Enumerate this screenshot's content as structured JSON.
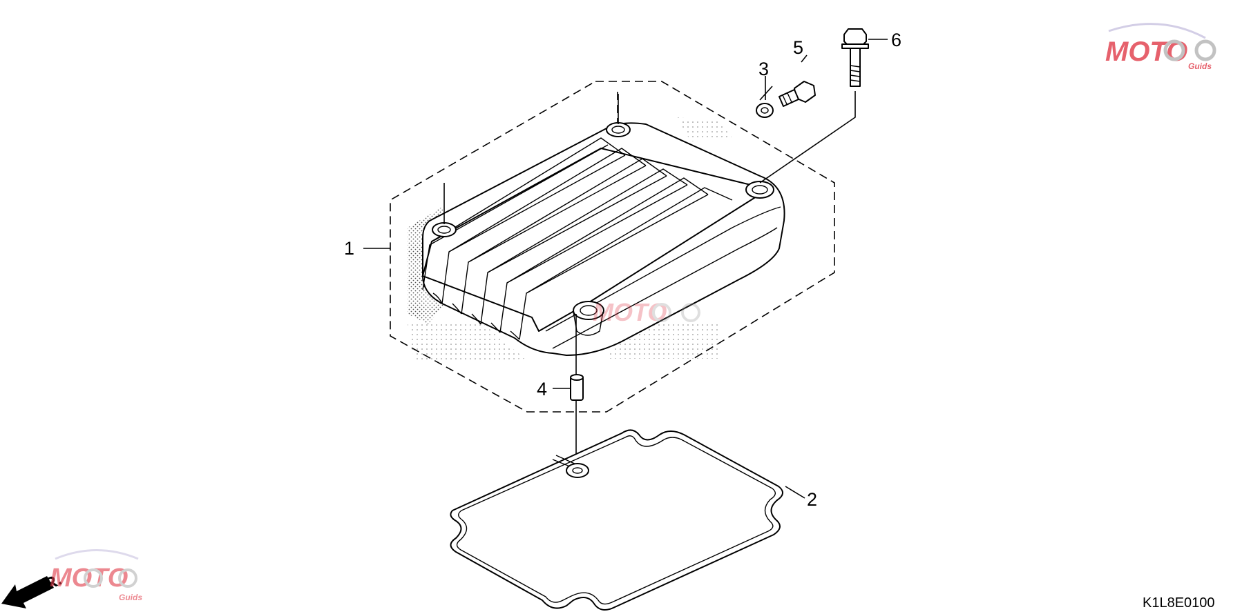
{
  "callouts": [
    {
      "id": "1",
      "label": "1"
    },
    {
      "id": "2",
      "label": "2"
    },
    {
      "id": "3",
      "label": "3"
    },
    {
      "id": "4",
      "label": "4"
    },
    {
      "id": "5",
      "label": "5"
    },
    {
      "id": "6",
      "label": "6"
    }
  ],
  "diagram_code": "K1L8E0100",
  "direction_label": "FR.",
  "watermark": {
    "brand": "MOTO",
    "sub": "Guids",
    "color": "#e03a48"
  }
}
